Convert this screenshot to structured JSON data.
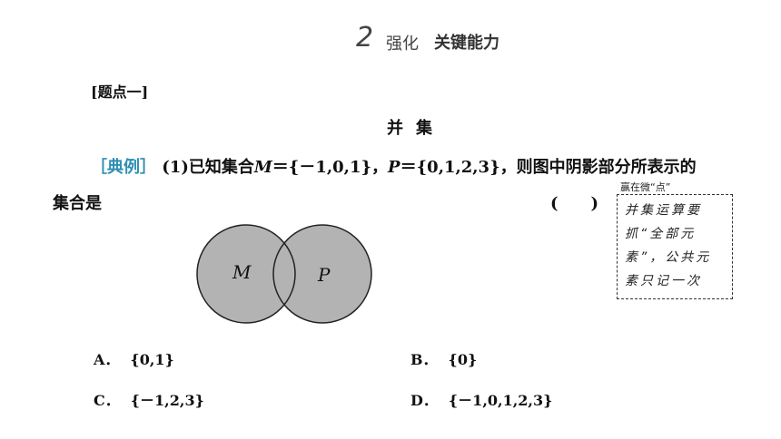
{
  "header": {
    "number": "2",
    "prefix": "强化",
    "bold_text": "关键能力"
  },
  "topic_tag": "[题点一]",
  "subtitle": "并集",
  "question": {
    "tag": "［典例］",
    "num": "(1)",
    "pre_m": "已知集合",
    "m_var": "M",
    "m_set": "＝{－1,0,1}，",
    "p_var": "P",
    "p_set": "＝{0,1,2,3}，则图中阴影部分所表示的",
    "line2": "集合是",
    "paren": "(　　)"
  },
  "venn": {
    "left_label": "M",
    "right_label": "P",
    "fill_color": "#b3b3b3"
  },
  "note": {
    "title": "赢在微“点”",
    "lines": [
      "并集运算要",
      "抓“全部元",
      "素”，公共元",
      "素只记一次"
    ]
  },
  "options": [
    {
      "label": "A．",
      "value": "{0,1}"
    },
    {
      "label": "B．",
      "value": "{0}"
    },
    {
      "label": "C．",
      "value": "{－1,2,3}"
    },
    {
      "label": "D．",
      "value": "{－1,0,1,2,3}"
    }
  ]
}
